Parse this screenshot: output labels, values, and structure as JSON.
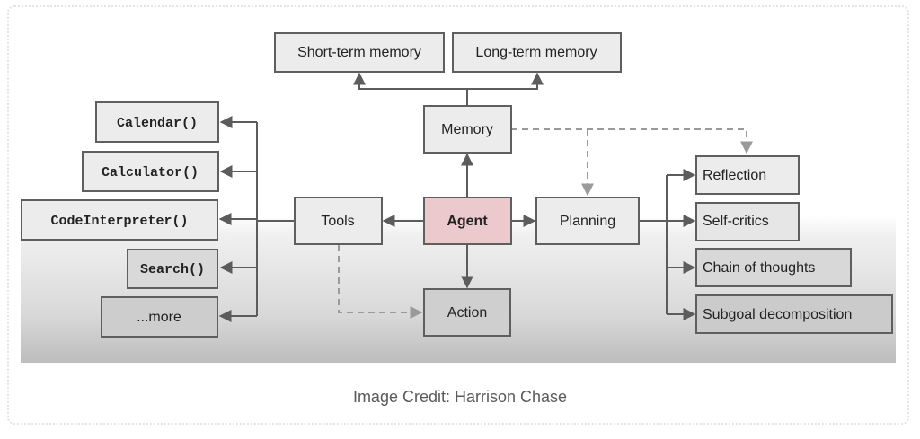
{
  "figure": {
    "caption": "Image Credit: Harrison Chase",
    "colors": {
      "node_fill": "#ececec",
      "node_fill_dark": "#cfcfcf",
      "agent_fill": "#ecc9cc",
      "stroke": "#5f5f5f",
      "dashed": "#9a9a9a"
    },
    "nodes": {
      "short_term_memory": "Short-term memory",
      "long_term_memory": "Long-term memory",
      "memory": "Memory",
      "agent": "Agent",
      "tools": "Tools",
      "planning": "Planning",
      "action": "Action",
      "calendar": "Calendar()",
      "calculator": "Calculator()",
      "code_interpreter": "CodeInterpreter()",
      "search": "Search()",
      "more": "...more",
      "reflection": "Reflection",
      "self_critics": "Self-critics",
      "chain_of_thoughts": "Chain of thoughts",
      "subgoal_decomposition": "Subgoal decomposition"
    },
    "edges": [
      {
        "from": "Memory",
        "to": "Short-term memory",
        "style": "solid"
      },
      {
        "from": "Memory",
        "to": "Long-term memory",
        "style": "solid"
      },
      {
        "from": "Agent",
        "to": "Memory",
        "style": "solid"
      },
      {
        "from": "Agent",
        "to": "Tools",
        "style": "solid"
      },
      {
        "from": "Agent",
        "to": "Planning",
        "style": "solid"
      },
      {
        "from": "Agent",
        "to": "Action",
        "style": "solid"
      },
      {
        "from": "Tools",
        "to": "Calendar()",
        "style": "solid"
      },
      {
        "from": "Tools",
        "to": "Calculator()",
        "style": "solid"
      },
      {
        "from": "Tools",
        "to": "CodeInterpreter()",
        "style": "solid"
      },
      {
        "from": "Tools",
        "to": "Search()",
        "style": "solid"
      },
      {
        "from": "Tools",
        "to": "...more",
        "style": "solid"
      },
      {
        "from": "Tools",
        "to": "Action",
        "style": "dashed"
      },
      {
        "from": "Memory",
        "to": "Planning",
        "style": "dashed"
      },
      {
        "from": "Memory",
        "to": "Reflection",
        "style": "dashed"
      },
      {
        "from": "Planning",
        "to": "Reflection",
        "style": "solid"
      },
      {
        "from": "Planning",
        "to": "Self-critics",
        "style": "solid"
      },
      {
        "from": "Planning",
        "to": "Chain of thoughts",
        "style": "solid"
      },
      {
        "from": "Planning",
        "to": "Subgoal decomposition",
        "style": "solid"
      }
    ]
  }
}
